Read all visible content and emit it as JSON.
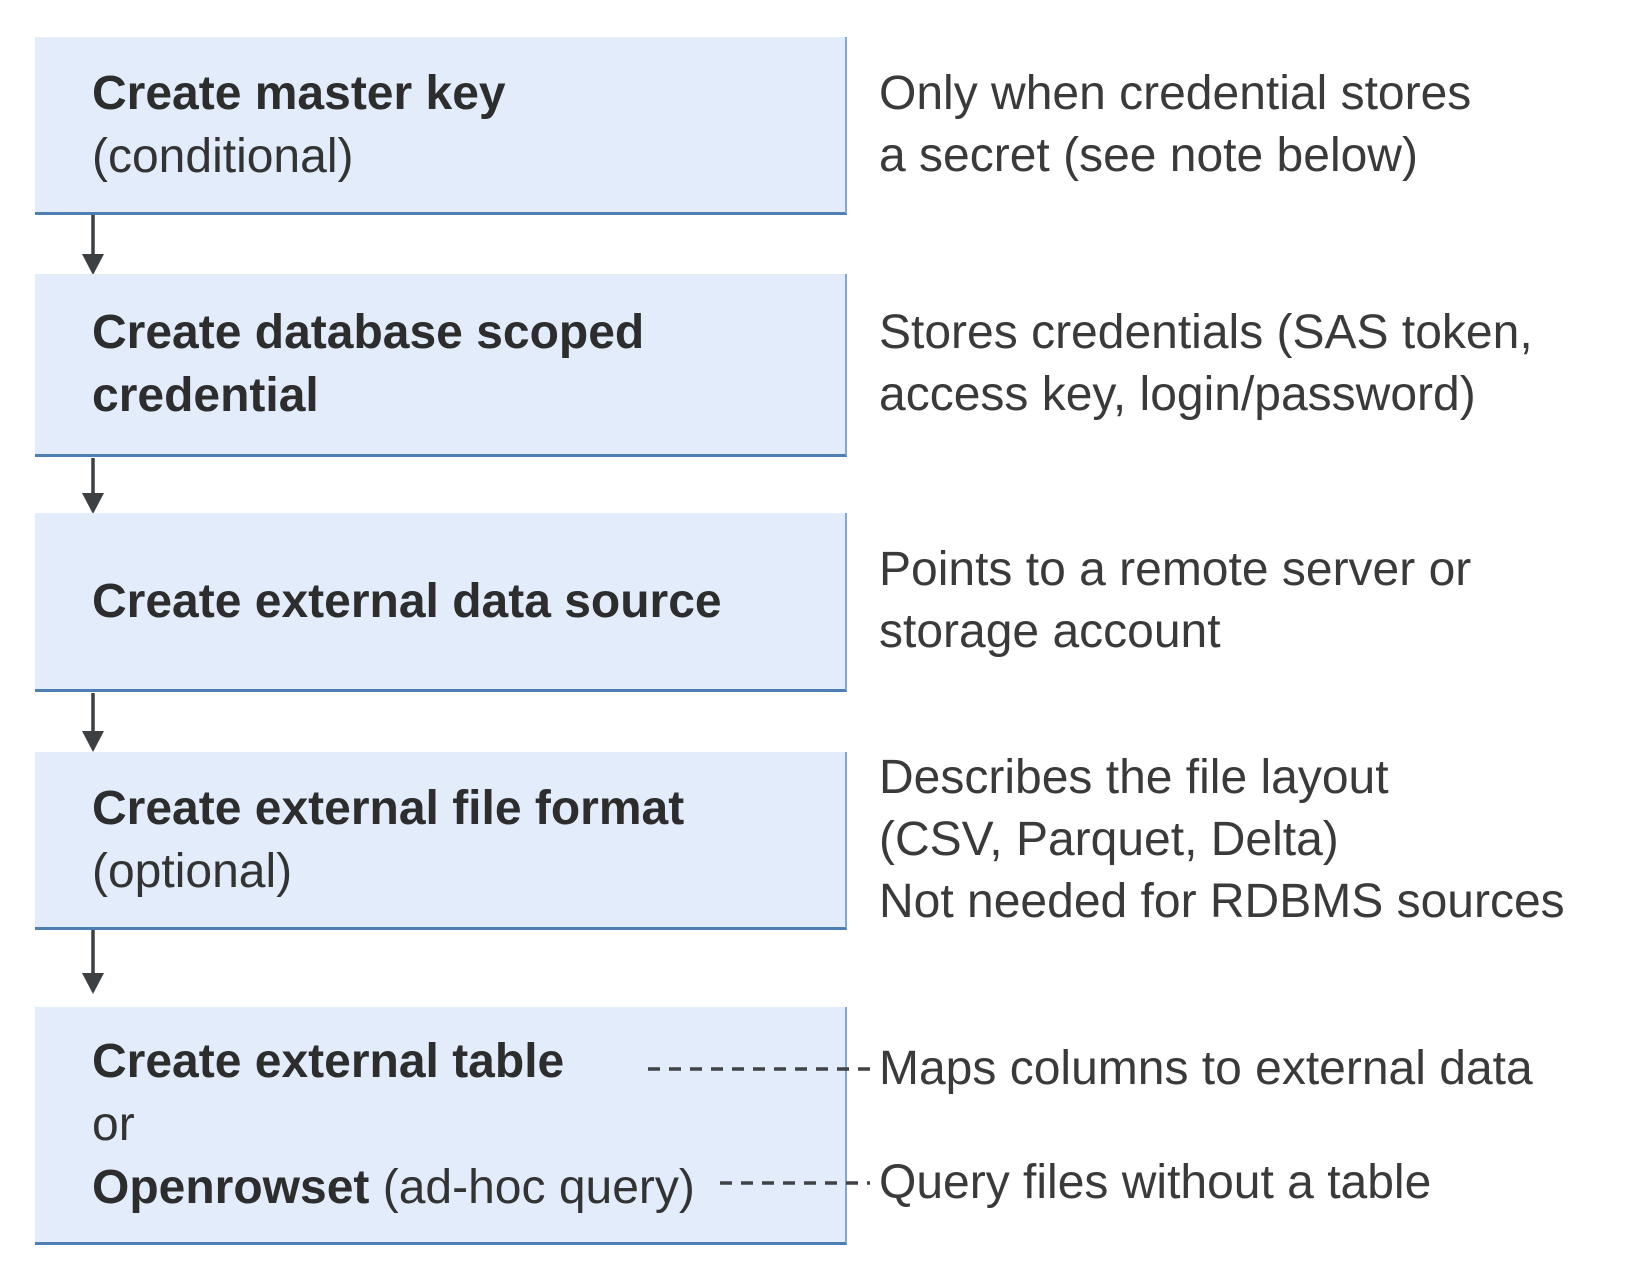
{
  "colors": {
    "background": "#ffffff",
    "box_fill": "#e2ecfa",
    "box_border_bottom": "#4d7fb2",
    "box_border_right": "#7fa8d2",
    "connector": "#3c4043",
    "box_text": "#2d2d2d",
    "annotation_text": "#3a3a3a"
  },
  "flow": {
    "boxes": [
      {
        "name": "create-master-key",
        "title": "Create master key",
        "qualifier": "(conditional)",
        "annotation_lines": [
          "Only when credential stores",
          "a secret (see note below)"
        ]
      },
      {
        "name": "create-database-scoped-credential",
        "title_line1": "Create database scoped",
        "title_line2": "credential",
        "annotation_lines": [
          "Stores credentials (SAS token,",
          "access key, login/password)"
        ]
      },
      {
        "name": "create-external-data-source",
        "title": "Create external data source",
        "annotation_lines": [
          "Points to a remote server or",
          "storage account"
        ]
      },
      {
        "name": "create-external-file-format",
        "title": "Create external file format",
        "qualifier": "(optional)",
        "annotation_lines": [
          "Describes the file layout",
          "(CSV, Parquet, Delta)",
          "Not needed for RDBMS sources"
        ]
      },
      {
        "name": "create-external-table-or-openrowset",
        "title": "Create external table",
        "conjunction": "or",
        "alt_title": "Openrowset",
        "alt_qualifier": " (ad-hoc query)",
        "annotation_table": "Maps columns to external data",
        "annotation_openrowset": "Query files without a table"
      }
    ]
  }
}
